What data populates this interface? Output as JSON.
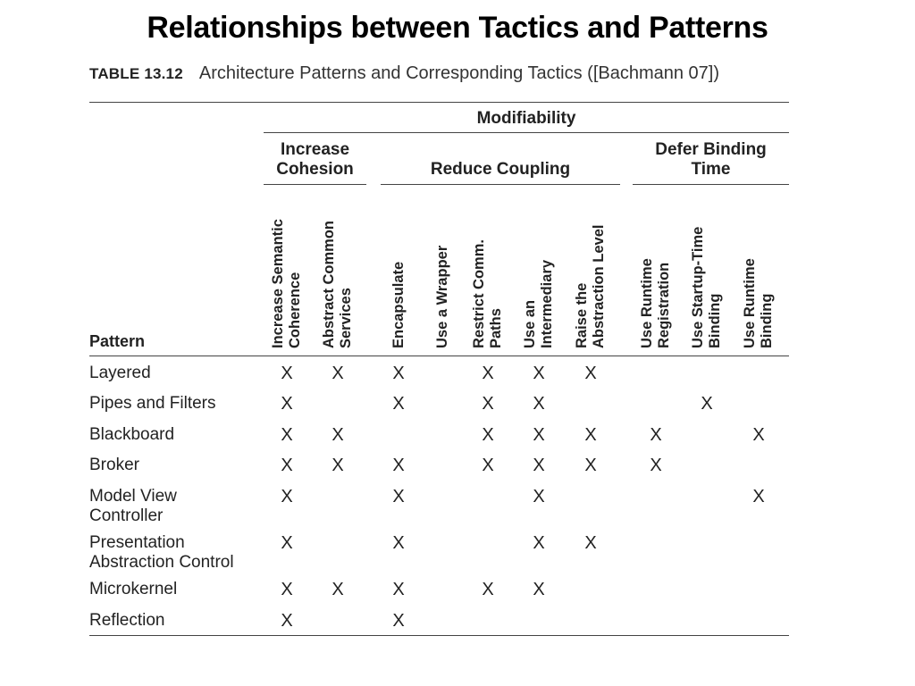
{
  "slide_title": "Relationships between Tactics and Patterns",
  "table": {
    "label": "TABLE 13.12",
    "caption": "Architecture Patterns and Corresponding Tactics ([Bachmann 07])",
    "super_header": "Modifiability",
    "groups": {
      "cohesion": [
        "Increase",
        "Cohesion"
      ],
      "coupling": "Reduce Coupling",
      "binding": [
        "Defer Binding",
        "Time"
      ]
    },
    "pattern_header": "Pattern",
    "columns": [
      [
        "Increase Semantic",
        "Coherence"
      ],
      [
        "Abstract Common",
        "Services"
      ],
      [
        "Encapsulate"
      ],
      [
        "Use a Wrapper"
      ],
      [
        "Restrict Comm.",
        "Paths"
      ],
      [
        "Use an",
        "Intermediary"
      ],
      [
        "Raise the",
        "Abstraction Level"
      ],
      [
        "Use Runtime",
        "Registration"
      ],
      [
        "Use Startup-Time",
        "Binding"
      ],
      [
        "Use Runtime",
        "Binding"
      ]
    ],
    "mark_symbol": "X",
    "rows": [
      {
        "pattern": [
          "Layered"
        ],
        "marks": [
          1,
          1,
          1,
          0,
          1,
          1,
          1,
          0,
          0,
          0
        ]
      },
      {
        "pattern": [
          "Pipes and Filters"
        ],
        "marks": [
          1,
          0,
          1,
          0,
          1,
          1,
          0,
          0,
          1,
          0
        ]
      },
      {
        "pattern": [
          "Blackboard"
        ],
        "marks": [
          1,
          1,
          0,
          0,
          1,
          1,
          1,
          1,
          0,
          1
        ]
      },
      {
        "pattern": [
          "Broker"
        ],
        "marks": [
          1,
          1,
          1,
          0,
          1,
          1,
          1,
          1,
          0,
          0
        ]
      },
      {
        "pattern": [
          "Model View",
          "Controller"
        ],
        "marks": [
          1,
          0,
          1,
          0,
          0,
          1,
          0,
          0,
          0,
          1
        ]
      },
      {
        "pattern": [
          "Presentation",
          "Abstraction Control"
        ],
        "marks": [
          1,
          0,
          1,
          0,
          0,
          1,
          1,
          0,
          0,
          0
        ]
      },
      {
        "pattern": [
          "Microkernel"
        ],
        "marks": [
          1,
          1,
          1,
          0,
          1,
          1,
          0,
          0,
          0,
          0
        ]
      },
      {
        "pattern": [
          "Reflection"
        ],
        "marks": [
          1,
          0,
          1,
          0,
          0,
          0,
          0,
          0,
          0,
          0
        ]
      }
    ]
  }
}
